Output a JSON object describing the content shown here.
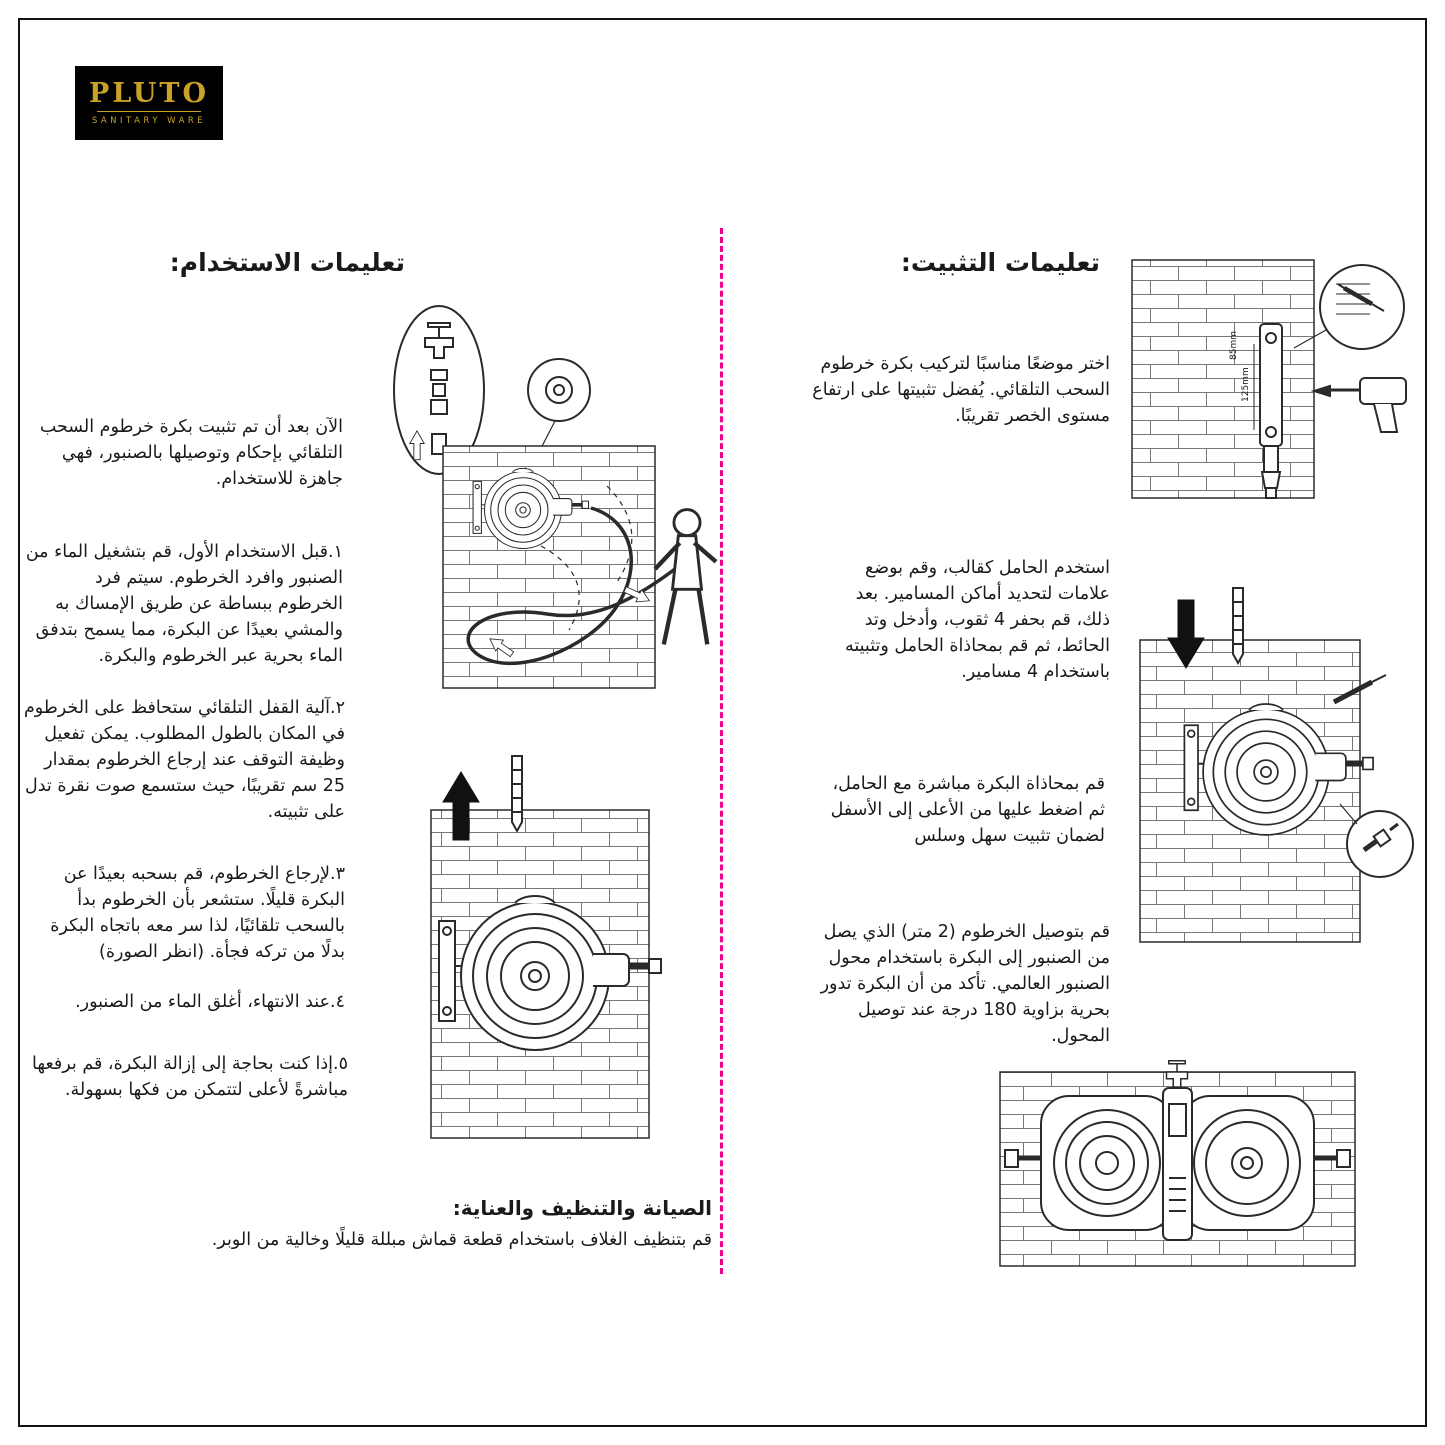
{
  "page": {
    "bg": "#ffffff",
    "border_color": "#111111",
    "divider_color": "#ec008c"
  },
  "logo": {
    "brand": "PLUTO",
    "subtitle": "SANITARY WARE",
    "bg": "#000000",
    "gold": "#c9a227"
  },
  "installation": {
    "heading": "تعليمات التثبيت:",
    "steps": [
      {
        "text": "اختر موضعًا مناسبًا لتركيب بكرة خرطوم السحب التلقائي. يُفضل تثبيتها على ارتفاع مستوى الخصر تقريبًا."
      },
      {
        "text": "استخدم الحامل كقالب، وقم بوضع علامات لتحديد أماكن المسامير. بعد ذلك، قم بحفر 4 ثقوب، وأدخل وتد الحائط، ثم قم بمحاذاة الحامل وتثبيته باستخدام 4 مسامير."
      },
      {
        "text": "قم بمحاذاة البكرة مباشرة مع الحامل، ثم اضغط عليها من الأعلى إلى الأسفل لضمان تثبيت سهل وسلس"
      },
      {
        "text": "قم بتوصيل الخرطوم (2 متر) الذي يصل من الصنبور إلى البكرة باستخدام محول الصنبور العالمي. تأكد من أن البكرة تدور بحرية بزاوية 180 درجة عند توصيل المحول."
      }
    ],
    "labels": {
      "m85": "85mm",
      "m125": "125mm"
    }
  },
  "usage": {
    "heading": "تعليمات الاستخدام:",
    "intro": "الآن بعد أن تم تثبيت بكرة خرطوم السحب التلقائي بإحكام وتوصيلها بالصنبور، فهي جاهزة للاستخدام.",
    "steps": [
      {
        "text": "١.قبل الاستخدام الأول، قم بتشغيل الماء من الصنبور وافرد الخرطوم. سيتم فرد الخرطوم ببساطة عن طريق الإمساك به والمشي بعيدًا عن البكرة، مما يسمح بتدفق الماء بحرية عبر الخرطوم والبكرة."
      },
      {
        "text": "٢.آلية القفل التلقائي ستحافظ على الخرطوم في المكان بالطول المطلوب. يمكن تفعيل وظيفة التوقف عند إرجاع الخرطوم بمقدار 25 سم تقريبًا، حيث ستسمع صوت نقرة تدل على تثبيته."
      },
      {
        "text": "٣.لإرجاع الخرطوم، قم بسحبه بعيدًا عن البكرة قليلًا. ستشعر بأن الخرطوم بدأ بالسحب تلقائيًا، لذا سر معه باتجاه البكرة بدلًا من تركه فجأة. (انظر الصورة)"
      },
      {
        "text": "٤.عند الانتهاء، أغلق الماء من الصنبور."
      },
      {
        "text": "٥.إذا كنت بحاجة إلى إزالة البكرة، قم برفعها مباشرةً لأعلى لتتمكن من فكها بسهولة."
      }
    ]
  },
  "maintenance": {
    "heading": "الصيانة والتنظيف والعناية:",
    "text": "قم بتنظيف الغلاف باستخدام قطعة قماش مبللة قليلًا وخالية من الوبر."
  }
}
